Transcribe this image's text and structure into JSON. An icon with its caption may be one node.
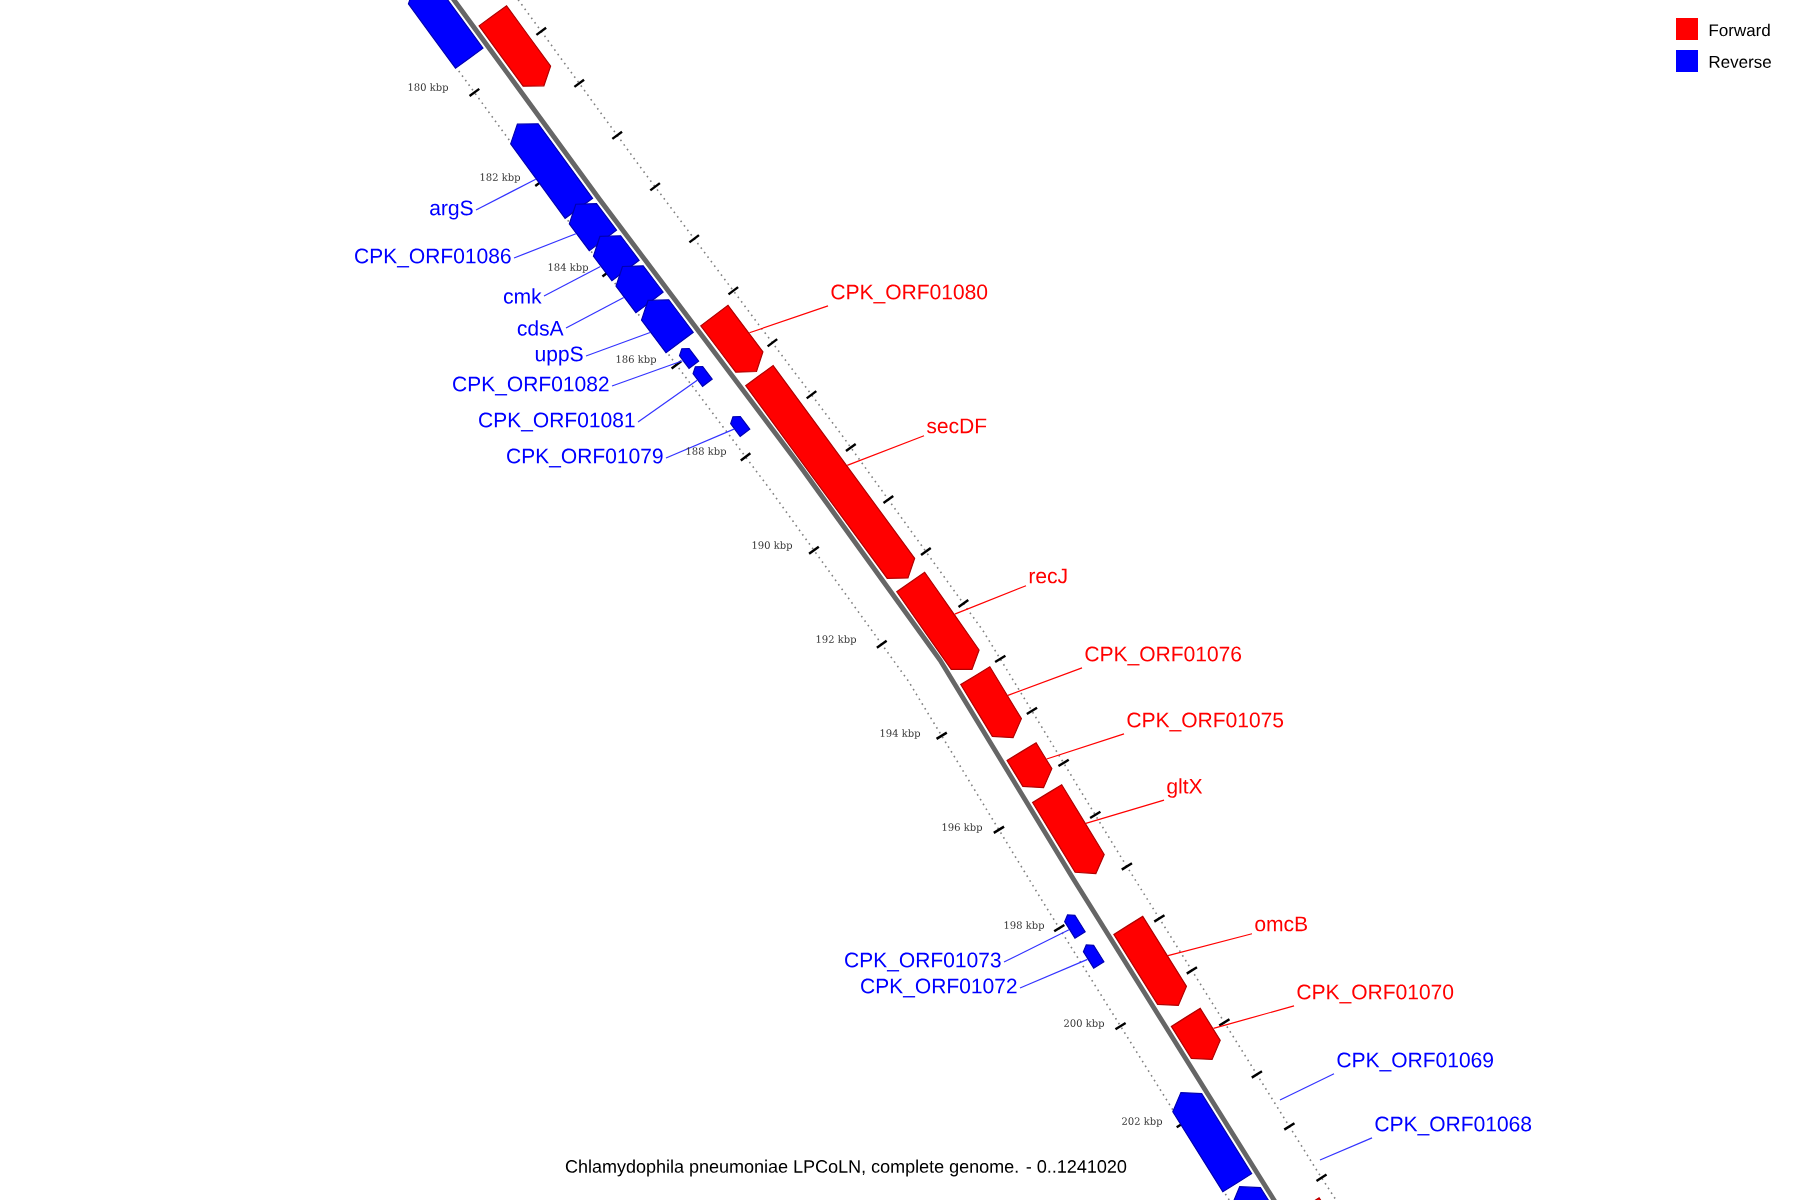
{
  "diagram": {
    "caption": "Chlamydophila pneumoniae LPCoLN, complete genome. - 0..1241020",
    "nodes": [
      {
        "text": [],
        "shape": "bar"
      },
      {
        "text": [],
        "shape": "bar"
      },
      {
        "text": [],
        "shape": "bar"
      },
      {
        "text": [],
        "shape": "bar"
      },
      {
        "text": [],
        "shape": "bar"
      },
      {
        "text": [],
        "shape": "bar"
      },
      {
        "text": [],
        "shape": "bar"
      },
      {
        "text": [],
        "shape": "bar"
      },
      {
        "text": [],
        "shape": "bar"
      },
      {
        "text": [],
        "shape": "bar"
      },
      {
        "text": [],
        "shape": "bar"
      },
      {
        "text": [],
        "shape": "bar"
      },
      {
        "text": [],
        "shape": "bar"
      },
      {
        "text": [],
        "shape": "bar"
      },
      {
        "text": [],
        "shape": "bar"
      },
      {
        "text": [],
        "shape": "bar"
      },
      {
        "text": [],
        "shape": "bar"
      },
      {
        "text": [],
        "shape": "bar"
      },
      {
        "text": [],
        "shape": "bar"
      },
      {
        "text": [],
        "shape": "bar"
      },
      {
        "text": [],
        "shape": "bar"
      },
      {
        "text": [],
        "shape": "bar"
      },
      {
        "text": [],
        "shape": "bar"
      },
      {
        "text": [
          "argS"
        ]
      },
      {
        "text": [
          "CPK_ORF01086"
        ]
      },
      {
        "text": [
          "cmk"
        ]
      },
      {
        "text": [
          "cdsA"
        ]
      },
      {
        "text": [
          "uppS"
        ]
      },
      {
        "text": [
          "CPK_ORF01082"
        ]
      },
      {
        "text": [
          "CPK_ORF01081"
        ]
      },
      {
        "text": [
          "CPK_ORF01079"
        ]
      },
      {
        "text": [
          "CPK_ORF01080"
        ]
      },
      {
        "text": [
          "secDF"
        ]
      },
      {
        "text": [
          "recJ"
        ]
      },
      {
        "text": [
          "CPK_ORF01076"
        ]
      },
      {
        "text": [
          "CPK_ORF01075"
        ]
      },
      {
        "text": [
          "gltX"
        ]
      },
      {
        "text": [
          "CPK_ORF01073"
        ]
      },
      {
        "text": [
          "CPK_ORF01072"
        ]
      },
      {
        "text": [
          "omcB"
        ]
      },
      {
        "text": [
          "CPK_ORF01070"
        ]
      },
      {
        "text": [
          "CPK_ORF01069"
        ]
      },
      {
        "text": [
          "CPK_ORF01068"
        ]
      }
    ],
    "edges": [
      {
        "from": 23,
        "to": 2,
        "arrow": "none"
      },
      {
        "from": 24,
        "to": 3,
        "arrow": "none"
      },
      {
        "from": 25,
        "to": 4,
        "arrow": "none"
      },
      {
        "from": 26,
        "to": 5,
        "arrow": "none"
      },
      {
        "from": 27,
        "to": 6,
        "arrow": "none"
      },
      {
        "from": 28,
        "to": 7,
        "arrow": "none"
      },
      {
        "from": 29,
        "to": 8,
        "arrow": "none"
      },
      {
        "from": 30,
        "to": 10,
        "arrow": "none"
      },
      {
        "from": 31,
        "to": 9,
        "arrow": "none",
        "color": "#ff0000"
      },
      {
        "from": 32,
        "to": 11,
        "arrow": "none",
        "color": "#ff0000"
      },
      {
        "from": 33,
        "to": 12,
        "arrow": "none",
        "color": "#ff0000"
      },
      {
        "from": 34,
        "to": 13,
        "arrow": "none",
        "color": "#ff0000"
      },
      {
        "from": 35,
        "to": 14,
        "arrow": "none",
        "color": "#ff0000"
      },
      {
        "from": 36,
        "to": 15,
        "arrow": "none",
        "color": "#ff0000"
      },
      {
        "from": 37,
        "to": 16,
        "arrow": "none"
      },
      {
        "from": 38,
        "to": 17,
        "arrow": "none"
      },
      {
        "from": 39,
        "to": 18,
        "arrow": "none",
        "color": "#ff0000"
      },
      {
        "from": 40,
        "to": 19,
        "arrow": "none",
        "color": "#ff0000"
      },
      {
        "from": 41,
        "to": null,
        "arrow": "none"
      },
      {
        "from": 42,
        "to": null,
        "arrow": "none"
      }
    ],
    "labels": [
      "180 kbp",
      "182 kbp",
      "184 kbp",
      "186 kbp",
      "188 kbp",
      "190 kbp",
      "192 kbp",
      "194 kbp",
      "196 kbp",
      "198 kbp",
      "200 kbp",
      "202 kbp"
    ],
    "legend": [
      {
        "text": "Forward",
        "color": "#ff0000"
      },
      {
        "text": "Reverse",
        "color": "#0000ff"
      }
    ]
  }
}
